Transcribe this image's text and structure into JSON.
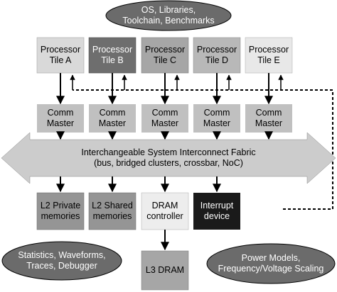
{
  "colors": {
    "tile_a": "#d9d9d9",
    "tile_b": "#6e6e6e",
    "tile_c": "#a6a6a6",
    "tile_d": "#b8b8b8",
    "tile_e": "#e8e8e8",
    "comm_master": "#c0c0c0",
    "fabric": "#cccccc",
    "l2_box": "#959595",
    "dram_box": "#ededed",
    "interrupt_box": "#1a1a1a",
    "l3_box": "#a6a6a6",
    "ellipse": "#6b6b6b",
    "line": "#000000"
  },
  "top_ellipse": {
    "line1": "OS, Libraries,",
    "line2": "Toolchain, Benchmarks"
  },
  "tiles": [
    {
      "line1": "Processor",
      "line2": "Tile A"
    },
    {
      "line1": "Processor",
      "line2": "Tile B"
    },
    {
      "line1": "Processor",
      "line2": "Tile C"
    },
    {
      "line1": "Processor",
      "line2": "Tile D"
    },
    {
      "line1": "Processor",
      "line2": "Tile E"
    }
  ],
  "comm_masters": [
    {
      "line1": "Comm",
      "line2": "Master"
    },
    {
      "line1": "Comm",
      "line2": "Master"
    },
    {
      "line1": "Comm",
      "line2": "Master"
    },
    {
      "line1": "Comm",
      "line2": "Master"
    },
    {
      "line1": "Comm",
      "line2": "Master"
    }
  ],
  "fabric": {
    "line1": "Interchangeable System Interconnect Fabric",
    "line2": "(bus, bridged clusters, crossbar, NoC)"
  },
  "l2_private": {
    "line1": "L2 Private",
    "line2": "memories"
  },
  "l2_shared": {
    "line1": "L2 Shared",
    "line2": "memories"
  },
  "dram_controller": {
    "line1": "DRAM",
    "line2": "controller"
  },
  "interrupt_device": {
    "line1": "Interrupt",
    "line2": "device"
  },
  "l3_dram": {
    "label": "L3 DRAM"
  },
  "left_ellipse": {
    "line1": "Statistics, Waveforms,",
    "line2": "Traces, Debugger"
  },
  "right_ellipse": {
    "line1": "Power Models,",
    "line2": "Frequency/Voltage Scaling"
  }
}
